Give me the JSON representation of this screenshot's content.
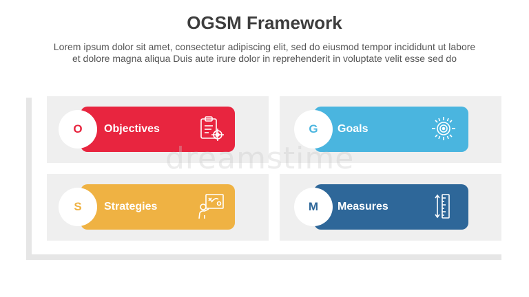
{
  "title": "OGSM Framework",
  "subtitle_line1": "Lorem ipsum dolor sit amet, consectetur adipiscing elit, sed do eiusmod tempor incididunt ut labore",
  "subtitle_line2": "et dolore magna aliqua Duis aute irure dolor in reprehenderit in voluptate velit esse sed do",
  "items": [
    {
      "letter": "O",
      "label": "Objectives",
      "color": "#e8253f",
      "icon": "clipboard-target-icon"
    },
    {
      "letter": "G",
      "label": "Goals",
      "color": "#4ab5df",
      "icon": "target-icon"
    },
    {
      "letter": "S",
      "label": "Strategies",
      "color": "#efb243",
      "icon": "strategy-board-icon"
    },
    {
      "letter": "M",
      "label": "Measures",
      "color": "#2e6799",
      "icon": "ruler-icon"
    }
  ],
  "watermark": "dreamstime"
}
